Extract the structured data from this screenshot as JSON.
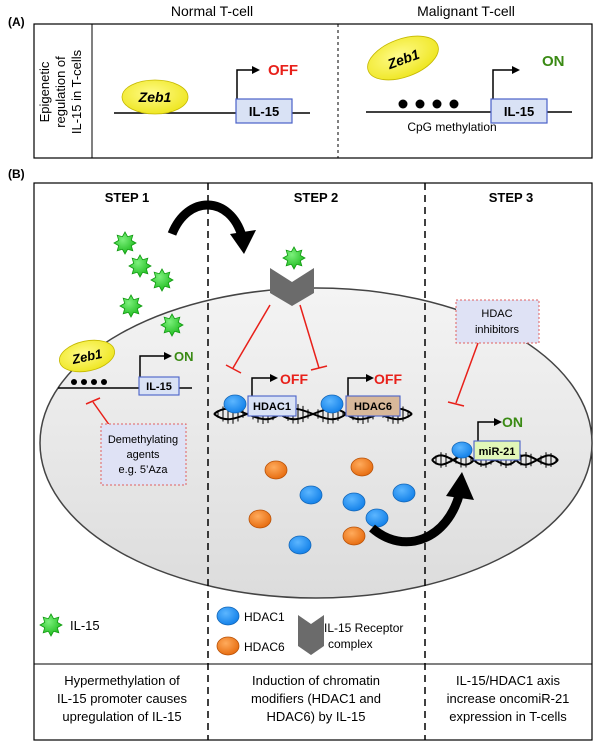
{
  "panel_a": {
    "label": "(A)",
    "normal_title": "Normal T-cell",
    "malignant_title": "Malignant T-cell",
    "side_label_line1": "Epigenetic",
    "side_label_line2": "regulation of",
    "side_label_line3": "IL-15 in T-cells",
    "normal_factor": "Zeb1",
    "normal_gene": "IL-15",
    "normal_state": "OFF",
    "malignant_factor": "Zeb1",
    "malignant_gene": "IL-15",
    "malignant_state": "ON",
    "methylation_caption": "CpG methylation"
  },
  "panel_b": {
    "label": "(B)",
    "steps": [
      "STEP 1",
      "STEP 2",
      "STEP 3"
    ],
    "step1": {
      "factor": "Zeb1",
      "gene": "IL-15",
      "state": "ON",
      "treatment_line1": "Demethylating",
      "treatment_line2": "agents",
      "treatment_line3": "e.g. 5’Aza"
    },
    "step2": {
      "gene1": "HDAC1",
      "gene1_state": "OFF",
      "gene2": "HDAC6",
      "gene2_state": "OFF"
    },
    "step3": {
      "inhibitor_line1": "HDAC",
      "inhibitor_line2": "inhibitors",
      "gene": "miR-21",
      "state": "ON"
    },
    "legend": {
      "il15": "IL-15",
      "hdac1": "HDAC1",
      "hdac6": "HDAC6",
      "receptor_line1": "IL-15 Receptor",
      "receptor_line2": "complex"
    },
    "captions": [
      [
        "Hypermethylation of",
        "IL-15 promoter causes",
        "upregulation of IL-15"
      ],
      [
        "Induction of chromatin",
        "modifiers (HDAC1 and",
        "HDAC6) by IL-15"
      ],
      [
        "IL-15/HDAC1 axis",
        "increase oncomiR-21",
        "expression in T-cells"
      ]
    ]
  },
  "colors": {
    "il15_green": "#22cc22",
    "hdac1_blue": "#1e90ff",
    "hdac6_orange": "#f07a1a",
    "off_red": "#e8201a",
    "on_green": "#3a8a14",
    "zeb1_yellow": "#f5ef14",
    "gene_box_fill": "#d9e2f5",
    "gene_box_stroke": "#4a62c8",
    "hdac6_box_fill": "#d8b89a",
    "mir21_box_fill": "#e2f7b8",
    "note_fill": "#dfe2f5",
    "note_stroke": "#e06060",
    "cell_fill": "#ececec",
    "receptor_gray": "#6b6b6b"
  }
}
